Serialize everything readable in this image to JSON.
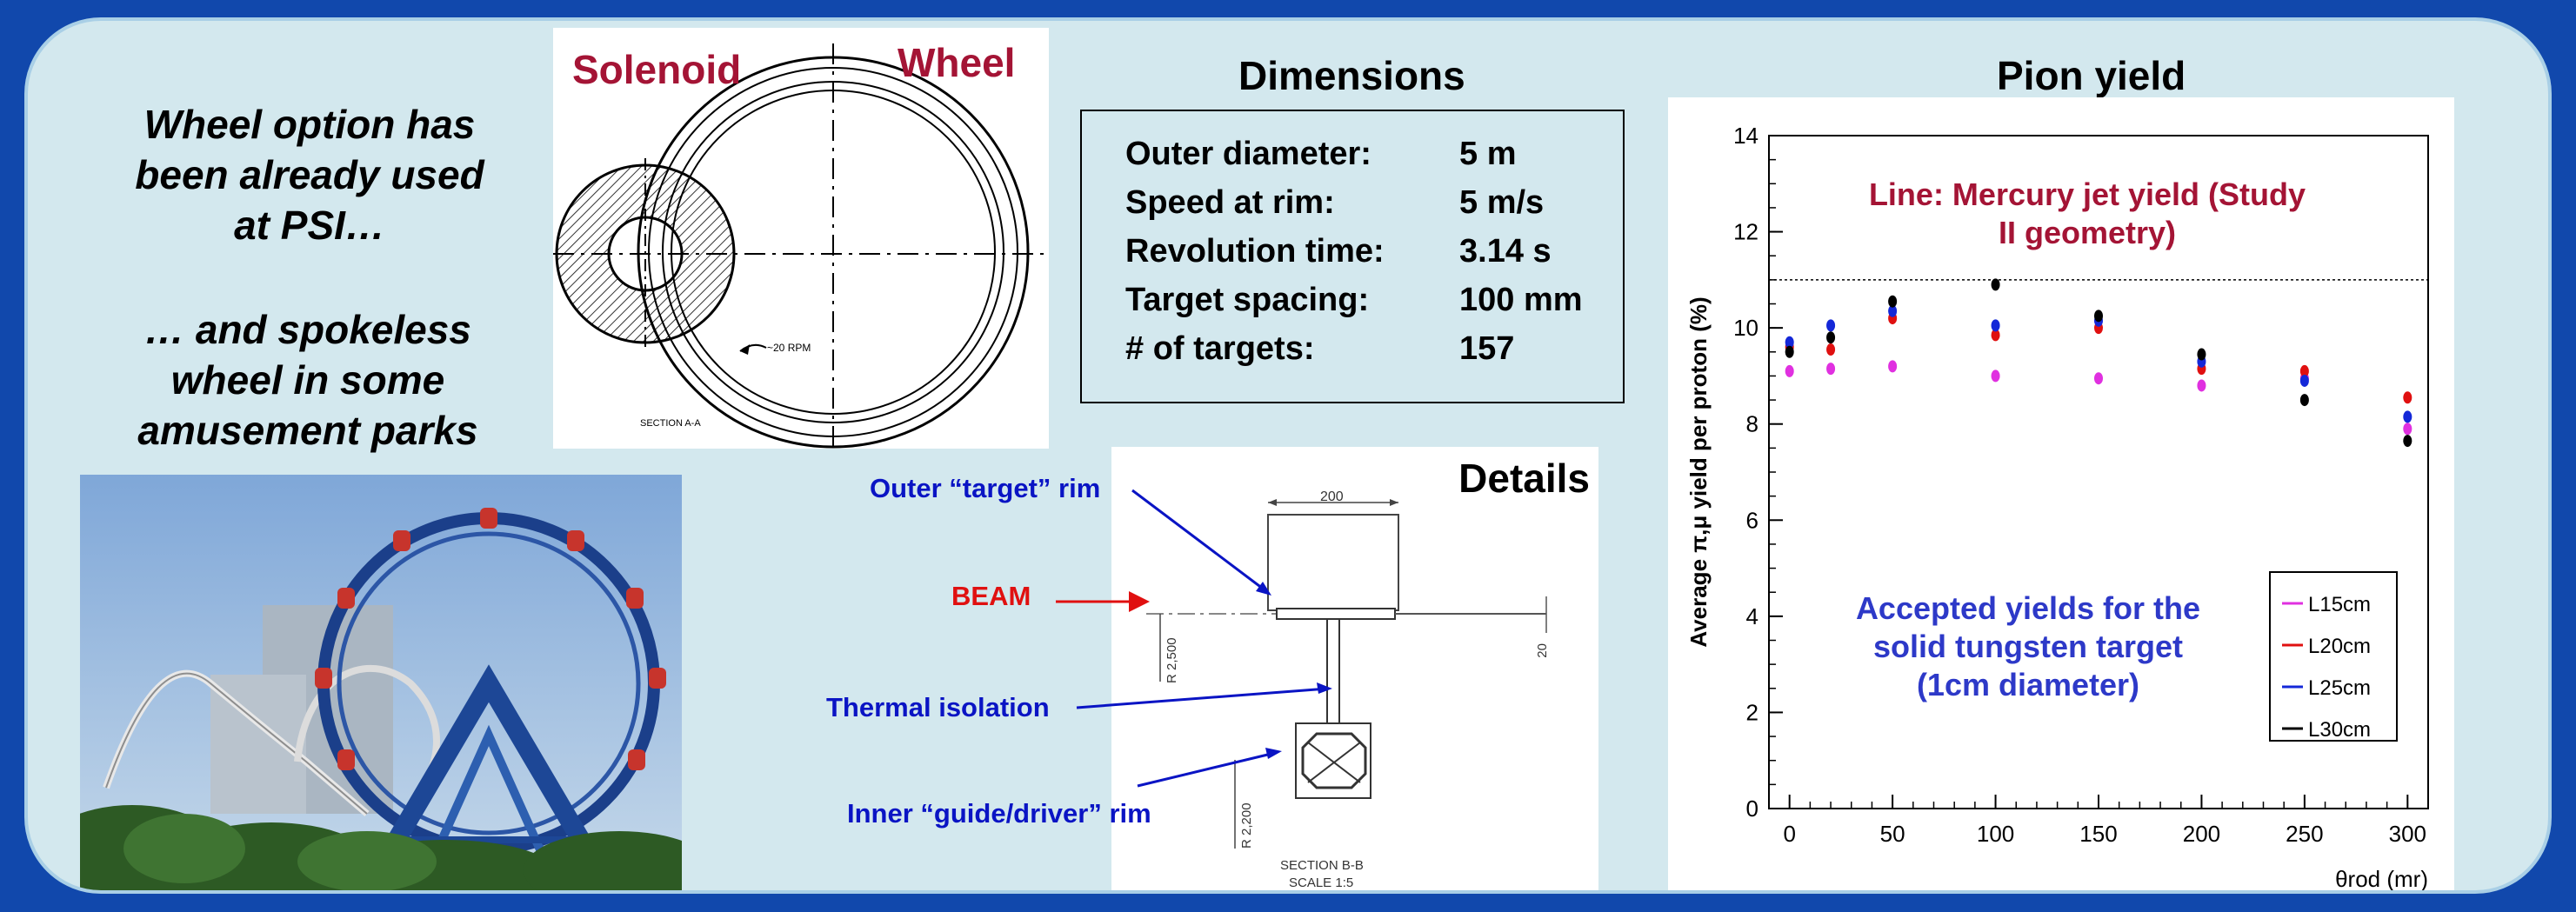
{
  "intro": {
    "line1": "Wheel option has\nbeen already used\nat PSI…",
    "line2": "… and spokeless\nwheel in some\namusement parks"
  },
  "wheel_drawing": {
    "solenoid_label": "Solenoid",
    "wheel_label": "Wheel",
    "rpm_note": "~20 RPM",
    "section_label": "SECTION A-A"
  },
  "dimensions": {
    "title": "Dimensions",
    "rows": [
      {
        "label": "Outer diameter:",
        "value": "5 m"
      },
      {
        "label": "Speed at rim:",
        "value": "5 m/s"
      },
      {
        "label": "Revolution time:",
        "value": "3.14 s"
      },
      {
        "label": "Target spacing:",
        "value": "100 mm"
      },
      {
        "label": "# of targets:",
        "value": "157"
      }
    ]
  },
  "details": {
    "title": "Details",
    "dim_200": "200",
    "dim_r2500": "R 2,500",
    "dim_20": "20",
    "dim_r2200": "R 2,200",
    "section_label": "SECTION B-B",
    "scale_label": "SCALE 1:5",
    "outer_rim": "Outer “target” rim",
    "beam": "BEAM",
    "thermal": "Thermal isolation",
    "inner_rim": "Inner “guide/driver” rim"
  },
  "pion": {
    "title": "Pion yield",
    "line_note": "Line: Mercury jet yield (Study\nII geometry)",
    "accepted_note": "Accepted yields for the\nsolid tungsten target\n(1cm diameter)"
  },
  "chart_data": {
    "type": "scatter",
    "ylabel": "Average π,μ yield per proton (%)",
    "xlabel": "θrod (mr)",
    "xlim": [
      -10,
      310
    ],
    "ylim": [
      0,
      14
    ],
    "x_ticks": [
      0,
      50,
      100,
      150,
      200,
      250,
      300
    ],
    "y_ticks": [
      0,
      2,
      4,
      6,
      8,
      10,
      12,
      14
    ],
    "reference_line_y": 11,
    "legend_position": "bottom-right",
    "colors": {
      "L15cm": "#e030e0",
      "L20cm": "#e01010",
      "L25cm": "#1428d8",
      "L30cm": "#000000"
    },
    "x": [
      0,
      20,
      50,
      100,
      150,
      200,
      250,
      300
    ],
    "series": [
      {
        "name": "L15cm",
        "values": [
          9.1,
          9.15,
          9.2,
          9.0,
          8.95,
          8.8,
          8.95,
          7.9
        ]
      },
      {
        "name": "L20cm",
        "values": [
          9.6,
          9.55,
          10.2,
          9.85,
          10.0,
          9.15,
          9.1,
          8.55
        ]
      },
      {
        "name": "L25cm",
        "values": [
          9.7,
          10.05,
          10.35,
          10.05,
          10.15,
          9.3,
          8.9,
          8.15
        ]
      },
      {
        "name": "L30cm",
        "values": [
          9.5,
          9.8,
          10.55,
          10.9,
          10.25,
          9.45,
          8.5,
          7.65
        ]
      }
    ]
  }
}
